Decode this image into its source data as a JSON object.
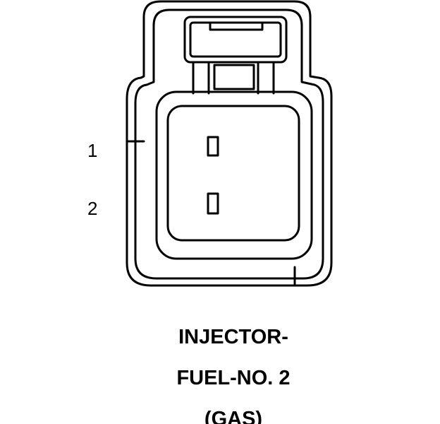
{
  "connector": {
    "name_lines": [
      "INJECTOR-",
      "FUEL-NO. 2",
      "(GAS)"
    ],
    "pins": [
      {
        "label": "1"
      },
      {
        "label": "2"
      }
    ]
  }
}
